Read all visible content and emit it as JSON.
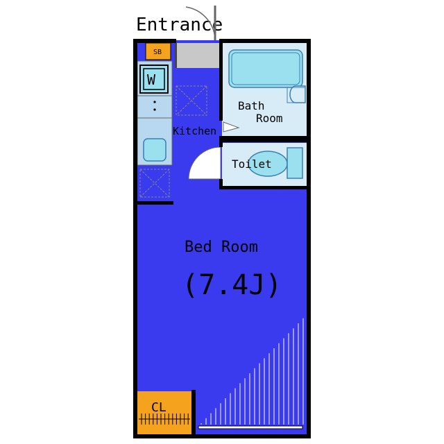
{
  "labels": {
    "entrance": "Entrance",
    "sb": "SB",
    "w": "W",
    "kitchen": "Kitchen",
    "bath_line1": "Bath",
    "bath_line2": "Room",
    "toilet": "Toilet",
    "bedroom": "Bed Room",
    "bedroom_size": "(7.4J)",
    "closet": "CL"
  },
  "colors": {
    "floor_blue": "#3a3aee",
    "bath_fill": "#d8ecf8",
    "fixture_fill": "#9be0ee",
    "fixture_stroke": "#3a7fb0",
    "closet_fill": "#f5a21e",
    "entrance_floor": "#c8c8c8",
    "counter": "#b8d8f0",
    "wall": "#000000"
  }
}
